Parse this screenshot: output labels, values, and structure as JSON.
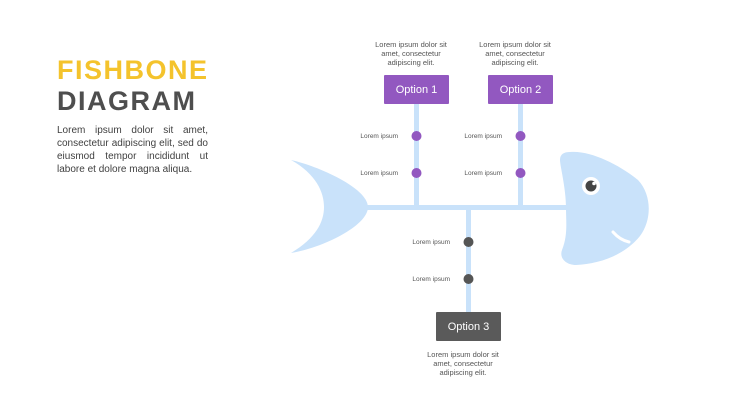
{
  "title": {
    "line1": "FISHBONE",
    "line2": "DIAGRAM"
  },
  "intro": "Lorem ipsum dolor sit amet, consectetur adipiscing elit, sed do eiusmod tempor incididunt ut labore et dolore magna aliqua.",
  "colors": {
    "accent_yellow": "#f4c32c",
    "title_dark": "#4e4e4e",
    "bone": "#c9e2fa",
    "option_purple": "#9258c0",
    "option_gray": "#5a5a5a",
    "dot_purple": "#9258c0",
    "dot_gray": "#555555"
  },
  "options": [
    {
      "label": "Option 1",
      "desc": [
        "Lorem ipsum dolor sit",
        "amet, consectetur",
        "adipiscing elit."
      ],
      "points": [
        "Lorem ipsum",
        "Lorem ipsum"
      ]
    },
    {
      "label": "Option 2",
      "desc": [
        "Lorem ipsum dolor sit",
        "amet, consectetur",
        "adipiscing elit."
      ],
      "points": [
        "Lorem ipsum",
        "Lorem ipsum"
      ]
    },
    {
      "label": "Option 3",
      "desc": [
        "Lorem ipsum dolor sit",
        "amet, consectetur",
        "adipiscing elit."
      ],
      "points": [
        "Lorem ipsum",
        "Lorem ipsum"
      ]
    }
  ]
}
